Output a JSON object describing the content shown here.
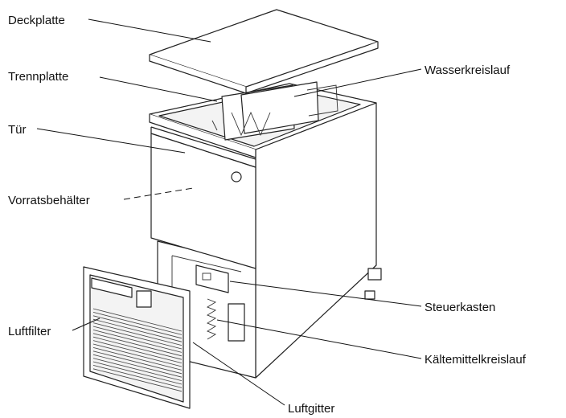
{
  "labels": {
    "deckplatte": "Deckplatte",
    "trennplatte": "Trennplatte",
    "wasserkreislauf": "Wasserkreislauf",
    "tuer": "Tür",
    "vorratsbehaelter": "Vorratsbehälter",
    "steuerkasten": "Steuerkasten",
    "luftfilter": "Luftfilter",
    "kaeltemittelkreislauf": "Kältemittelkreislauf",
    "luftgitter": "Luftgitter"
  }
}
